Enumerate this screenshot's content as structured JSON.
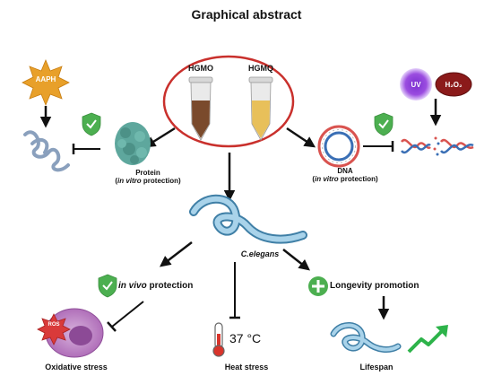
{
  "title": "Graphical abstract",
  "samples": {
    "left": "HGMO",
    "right": "HGMQ"
  },
  "stressors": {
    "aaph": "AAPH",
    "uv": "UV",
    "h2o2": "H₂O₂"
  },
  "protein": {
    "label": "Protein",
    "sub_open": "(",
    "sub_italic": "in vitro",
    "sub_close": " protection)"
  },
  "dna": {
    "label": "DNA",
    "sub_open": "(",
    "sub_italic": "in vitro",
    "sub_close": " protection)"
  },
  "organism": "C.elegans",
  "in_vivo": {
    "italic": "in vivo",
    "rest": " protection"
  },
  "longevity": "Longevity promotion",
  "ros": "ROS",
  "temperature": "37 °C",
  "outcomes": {
    "oxidative": "Oxidative stress",
    "heat": "Heat stress",
    "lifespan": "Lifespan"
  },
  "colors": {
    "shield": "#4caf50",
    "ellipse": "#c9302c",
    "tube_brown": "#7a4a2c",
    "tube_yellow": "#e8c05a",
    "worm": "#5aa0c8",
    "aaph": "#e8a02a",
    "uv": "#9b4de0",
    "h2o2": "#8b1a1a",
    "ros": "#d93a3a",
    "cell": "#b06fb9"
  },
  "icons": [
    "shield-check-icon",
    "plus-circle-icon",
    "thermometer-icon",
    "trend-up-icon",
    "eppendorf-tube-icon",
    "dna-helix-icon",
    "protein-icon",
    "worm-icon",
    "cell-icon"
  ]
}
